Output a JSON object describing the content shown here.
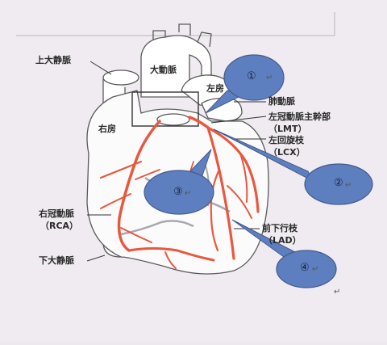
{
  "labels": {
    "svc": "上大静脈",
    "aorta": "大動脈",
    "la": "左房",
    "ra": "右房",
    "pa": "肺動脈",
    "lmt_jp": "左冠動脈主幹部",
    "lmt_en": "（LMT）",
    "lcx_jp": "左回旋枝",
    "lcx_en": "（LCX）",
    "rca_jp": "右冠動脈",
    "rca_en": "（RCA）",
    "lad_jp": "前下行枝",
    "lad_en": "（LAD）",
    "ivc": "下大静脈"
  },
  "callouts": {
    "c1": "①",
    "c2": "②",
    "c3": "③",
    "c4": "④"
  },
  "para_mark": "↵",
  "colors": {
    "artery": "#e8583f",
    "callout_fill": "#5e7fbf",
    "callout_stroke": "#44598d",
    "outline": "#5a5a5a",
    "background": "#ece8ee"
  }
}
